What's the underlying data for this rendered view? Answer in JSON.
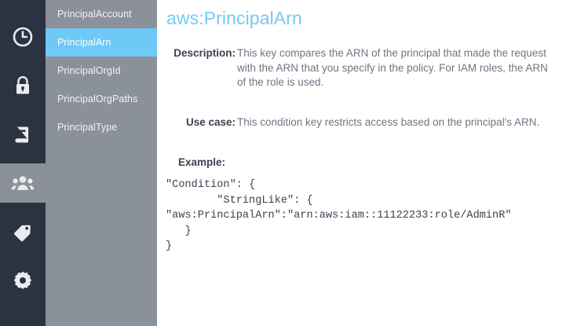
{
  "colors": {
    "rail_bg": "#2b3241",
    "panel_bg": "#8b9198",
    "selection_blue": "#6ec9f7",
    "title_blue": "#76c9f2",
    "label_text": "#3b4250",
    "body_text": "#6e7683",
    "content_bg": "#ffffff"
  },
  "icon_rail": {
    "items": [
      {
        "icon": "clock-icon",
        "active": false
      },
      {
        "icon": "lock-icon",
        "active": false
      },
      {
        "icon": "book-icon",
        "active": false
      },
      {
        "icon": "users-icon",
        "active": true
      },
      {
        "icon": "tag-icon",
        "active": false
      },
      {
        "icon": "gear-icon",
        "active": false
      }
    ]
  },
  "list_panel": {
    "items": [
      {
        "label": "PrincipalAccount",
        "selected": false
      },
      {
        "label": "PrincipalArn",
        "selected": true
      },
      {
        "label": "PrincipalOrgId",
        "selected": false
      },
      {
        "label": "PrincipalOrgPaths",
        "selected": false
      },
      {
        "label": "PrincipalType",
        "selected": false
      }
    ]
  },
  "main": {
    "title": "aws:PrincipalArn",
    "description_label": "Description:",
    "description_value": "This key compares the ARN of the principal that made the request with the ARN that you specify in the policy. For IAM roles, the ARN of the role is used.",
    "usecase_label": "Use case:",
    "usecase_value": "This condition key restricts access based on the principal's ARN.",
    "example_label": "Example:",
    "example_code": "\"Condition\": {\n        \"StringLike\": {\n\"aws:PrincipalArn\":\"arn:aws:iam::11122233:role/AdminR\"\n   }\n}"
  }
}
